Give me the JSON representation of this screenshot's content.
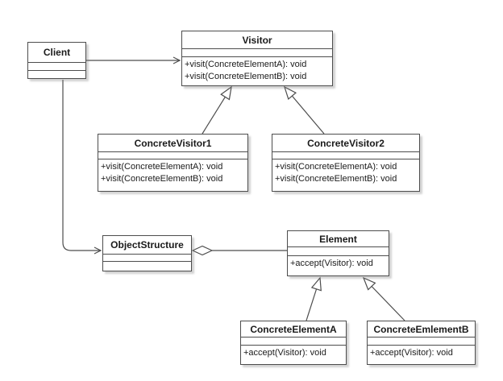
{
  "diagram": {
    "type": "uml-class-diagram",
    "pattern": "Visitor",
    "classes": {
      "client": {
        "name": "Client",
        "attributes": [],
        "methods": []
      },
      "visitor": {
        "name": "Visitor",
        "attributes": [],
        "methods": [
          "+visit(ConcreteElementA): void",
          "+visit(ConcreteElementB): void"
        ]
      },
      "concreteVisitor1": {
        "name": "ConcreteVisitor1",
        "attributes": [],
        "methods": [
          "+visit(ConcreteElementA): void",
          "+visit(ConcreteElementB): void"
        ]
      },
      "concreteVisitor2": {
        "name": "ConcreteVisitor2",
        "attributes": [],
        "methods": [
          "+visit(ConcreteElementA): void",
          "+visit(ConcreteElementB): void"
        ]
      },
      "objectStructure": {
        "name": "ObjectStructure",
        "attributes": [],
        "methods": []
      },
      "element": {
        "name": "Element",
        "attributes": [],
        "methods": [
          "+accept(Visitor): void"
        ]
      },
      "concreteElementA": {
        "name": "ConcreteElementA",
        "attributes": [],
        "methods": [
          "+accept(Visitor): void"
        ]
      },
      "concreteElementB": {
        "name": "ConcreteEmlementB",
        "attributes": [],
        "methods": [
          "+accept(Visitor): void"
        ]
      }
    },
    "connectors": [
      {
        "from": "Client",
        "to": "Visitor",
        "type": "directed-association"
      },
      {
        "from": "Client",
        "to": "ObjectStructure",
        "type": "directed-association"
      },
      {
        "from": "ConcreteVisitor1",
        "to": "Visitor",
        "type": "generalization"
      },
      {
        "from": "ConcreteVisitor2",
        "to": "Visitor",
        "type": "generalization"
      },
      {
        "from": "ObjectStructure",
        "to": "Element",
        "type": "aggregation"
      },
      {
        "from": "ConcreteElementA",
        "to": "Element",
        "type": "generalization"
      },
      {
        "from": "ConcreteEmlementB",
        "to": "Element",
        "type": "generalization"
      }
    ],
    "colors": {
      "stroke": "#4d4d4d",
      "text": "#1a1a1a",
      "background": "#ffffff",
      "shape_fill": "#ffffff"
    }
  }
}
